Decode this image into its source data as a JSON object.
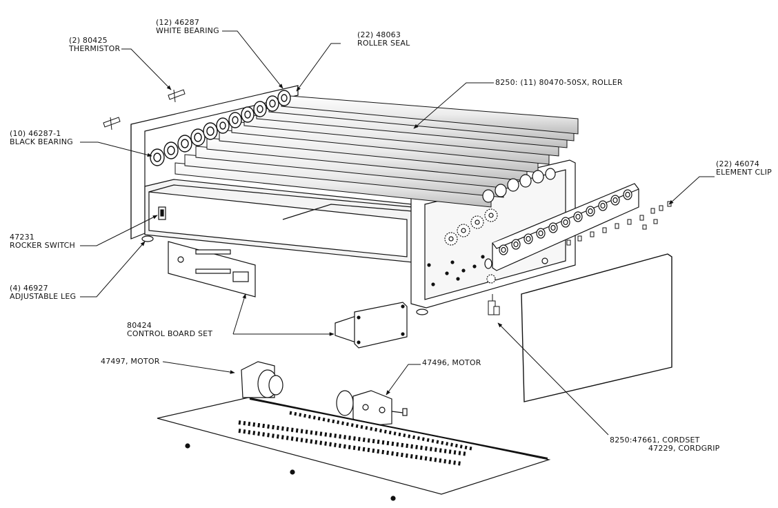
{
  "callouts": {
    "white_bearing": {
      "qty_part": "(12) 46287",
      "desc": "WHITE BEARING"
    },
    "thermistor": {
      "qty_part": "(2) 80425",
      "desc": "THERMISTOR"
    },
    "roller_seal": {
      "qty_part": "(22) 48063",
      "desc": "ROLLER SEAL"
    },
    "roller": {
      "text": "8250: (11) 80470-50SX, ROLLER"
    },
    "black_bearing": {
      "qty_part": "(10) 46287-1",
      "desc": "BLACK BEARING"
    },
    "element_clip": {
      "qty_part": "(22) 46074",
      "desc": "ELEMENT CLIP"
    },
    "rocker_switch": {
      "qty_part": "47231",
      "desc": "ROCKER SWITCH"
    },
    "adjustable_leg": {
      "qty_part": "(4) 46927",
      "desc": "ADJUSTABLE LEG"
    },
    "control_board": {
      "qty_part": "80424",
      "desc": "CONTROL BOARD SET"
    },
    "motor_left": {
      "text": "47497, MOTOR"
    },
    "motor_right": {
      "text": "47496, MOTOR"
    },
    "cordset": {
      "line1": "8250:47661, CORDSET",
      "line2": "47229, CORDGRIP"
    }
  }
}
